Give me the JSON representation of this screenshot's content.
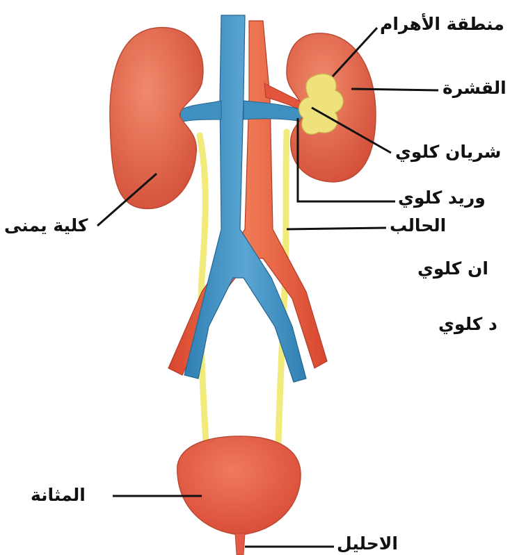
{
  "labels": {
    "pyramids": "منطقة الأهرام",
    "cortex": "القشرة",
    "renal_artery": "شريان كلوي",
    "renal_vein": "وريد كلوي",
    "ureter": "الحالب",
    "right_kidney": "كلية يمنى",
    "artery_partial": "ان كلوي",
    "vein_partial": "د كلوي",
    "bladder": "المثانة",
    "urethra": "الاحليل"
  },
  "colors": {
    "kidney": "#e0614a",
    "vein": "#3f8fc0",
    "artery": "#e2553d",
    "ureter": "#f2ea7a",
    "bladder": "#e45a46",
    "pyramids": "#efe27c",
    "leader_lines": "#111111"
  }
}
